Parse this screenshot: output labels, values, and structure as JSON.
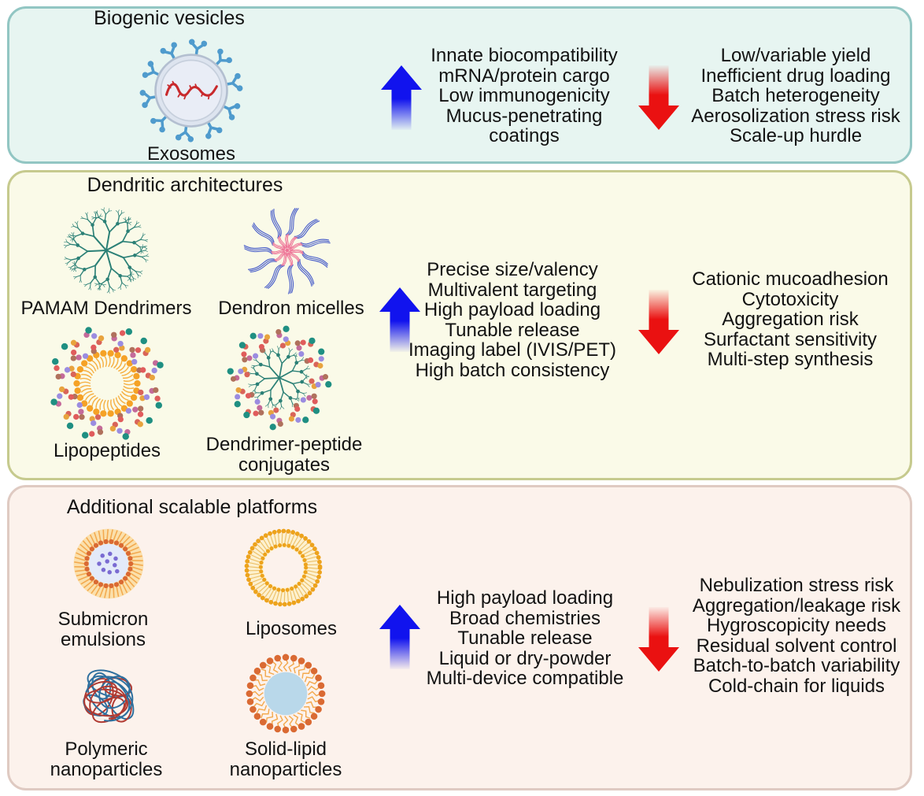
{
  "panels": [
    {
      "title": "Biogenic vesicles",
      "figures": [
        {
          "label": "Exosomes"
        }
      ],
      "pros": [
        "Innate biocompatibility",
        "mRNA/protein cargo",
        "Low immunogenicity",
        "Mucus-penetrating",
        "coatings"
      ],
      "cons": [
        "Low/variable yield",
        "Inefficient drug loading",
        "Batch heterogeneity",
        "Aerosolization stress risk",
        "Scale-up hurdle"
      ]
    },
    {
      "title": "Dendritic architectures",
      "figures": [
        {
          "label": "PAMAM Dendrimers"
        },
        {
          "label": "Dendron micelles"
        },
        {
          "label": "Lipopeptides"
        },
        {
          "label": "Dendrimer-peptide\nconjugates"
        }
      ],
      "pros": [
        "Precise size/valency",
        "Multivalent targeting",
        "High payload loading",
        "Tunable release",
        "Imaging label (IVIS/PET)",
        "High batch consistency"
      ],
      "cons": [
        "Cationic mucoadhesion",
        "Cytotoxicity",
        "Aggregation risk",
        "Surfactant sensitivity",
        "Multi-step synthesis"
      ]
    },
    {
      "title": "Additional scalable platforms",
      "figures": [
        {
          "label": "Submicron\nemulsions"
        },
        {
          "label": "Liposomes"
        },
        {
          "label": "Polymeric\nnanoparticles"
        },
        {
          "label": "Solid-lipid\nnanoparticles"
        }
      ],
      "pros": [
        "High payload loading",
        "Broad chemistries",
        "Tunable release",
        "Liquid or dry-powder",
        "Multi-device compatible"
      ],
      "cons": [
        "Nebulization stress risk",
        "Aggregation/leakage risk",
        "Hygroscopicity needs",
        "Residual solvent control",
        "Batch-to-batch variability",
        "Cold-chain for liquids"
      ]
    }
  ],
  "colors": {
    "text": "#121212",
    "pro_arrow": "#1113ee",
    "con_arrow": "#ea1111",
    "panels_bg": [
      "#e7f5f1",
      "#fafae8",
      "#fcf2ec"
    ],
    "panels_border": [
      "#92c6c3",
      "#c6ca8e",
      "#dfcac2"
    ],
    "icons": {
      "receptor_blue": "#4f9bcd",
      "membrane_gray": "#b3bfd0",
      "vesicle_fill": "#e9edf6",
      "rna_red": "#c8292c",
      "dendrimer_teal": "#2b8076",
      "micelle_blue": "#4157c8",
      "micelle_pink": "#ee7296",
      "lipid_orange": "#f5a226",
      "lipid_pale": "#f6b145",
      "lipid_deep_orange": "#da6a33",
      "bead_teal": "#1f8f82",
      "peptide_palette": [
        "#d96459",
        "#e8a33d",
        "#9b8ce0",
        "#c46a9a",
        "#b0715c",
        "#e05c5c"
      ],
      "emulsion_shell": "#fbe0ac",
      "emulsion_fringe": "#f3a94e",
      "emulsion_core": "#e3eaf9",
      "cargo_purple": "#7a6bd2",
      "polymer_blue": "#2d6f9e",
      "polymer_red": "#b03a32",
      "slnp_core": "#b9d8ea",
      "liposome_gold": "#eda31c",
      "liposome_pale": "#fdf1cf",
      "liposome_tail": "#edc169"
    }
  }
}
